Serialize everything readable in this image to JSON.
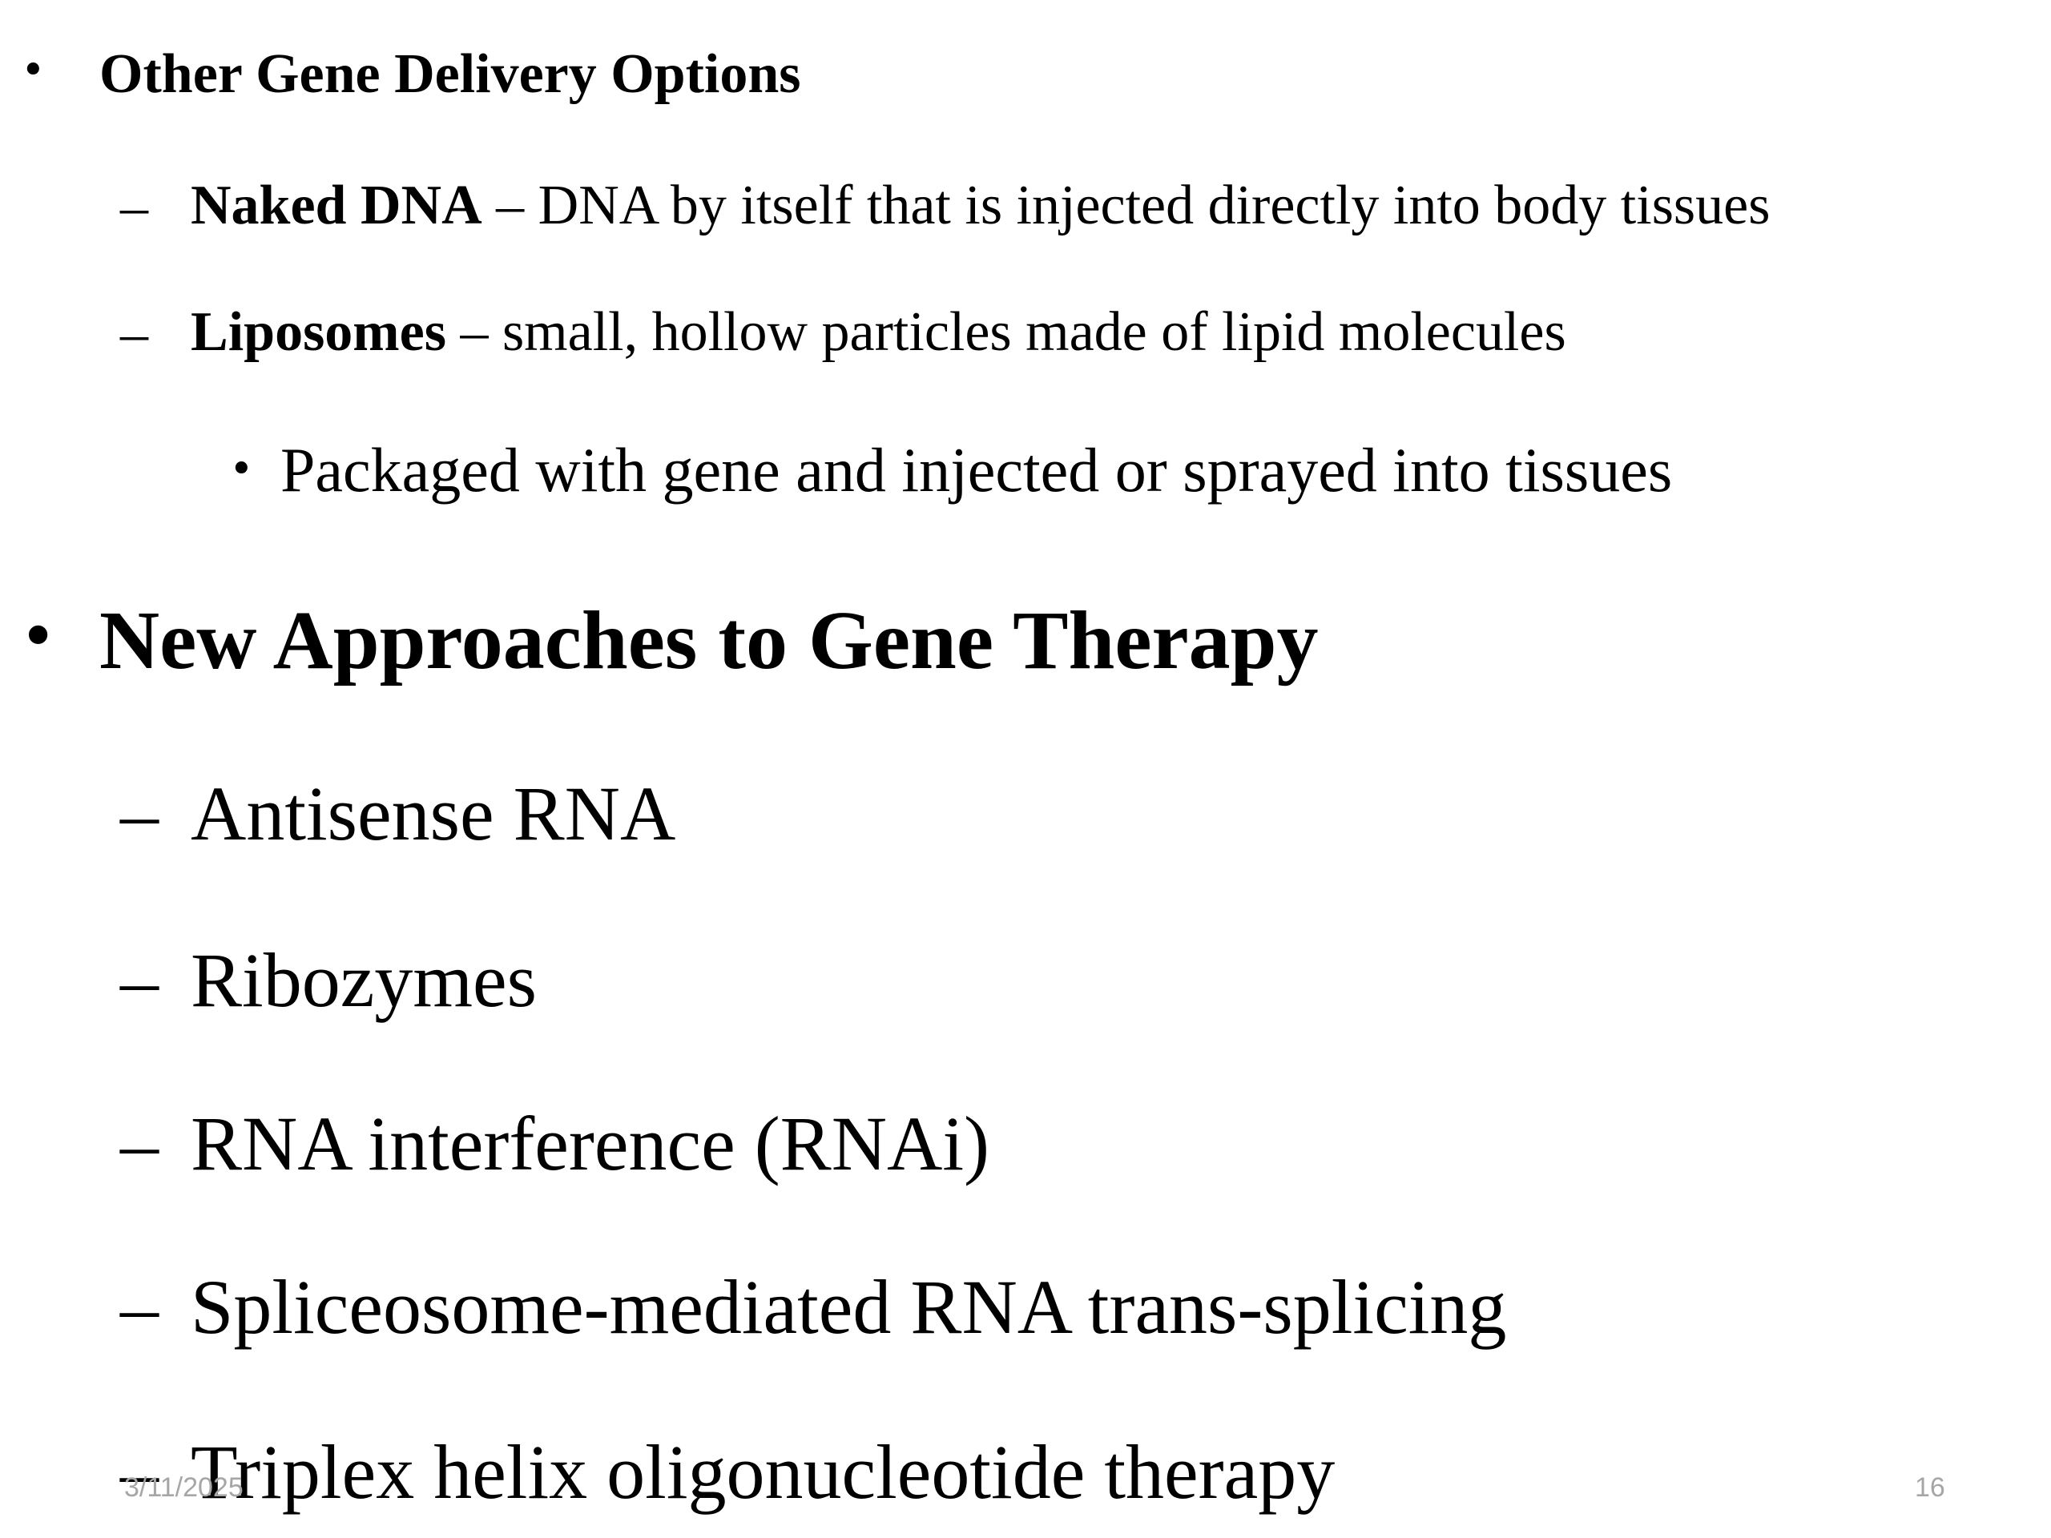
{
  "slide": {
    "section1": {
      "heading": "Other Gene Delivery Options",
      "items": [
        {
          "term": "Naked DNA",
          "separator": " – ",
          "definition": "DNA by itself that is injected directly into body tissues"
        },
        {
          "term": "Liposomes",
          "separator": " – ",
          "definition": "small, hollow particles made of lipid molecules"
        }
      ],
      "sub_bullet": "Packaged with gene and injected or sprayed into tissues"
    },
    "section2": {
      "heading": "New Approaches to Gene Therapy",
      "items": [
        "Antisense RNA",
        "Ribozymes",
        "RNA interference (RNAi)",
        "Spliceosome-mediated RNA trans-splicing",
        "Triplex helix oligonucleotide therapy"
      ]
    },
    "bullet_symbol": "•",
    "dash_symbol": "–"
  },
  "footer": {
    "date": "3/11/2025",
    "page_number": "16"
  }
}
